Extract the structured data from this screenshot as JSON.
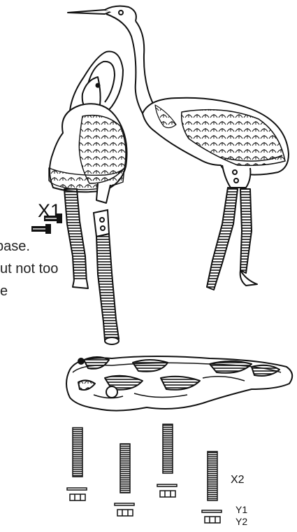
{
  "labels": {
    "x1": "X1",
    "x2": "X2",
    "y1": "Y1",
    "y2": "Y2"
  },
  "cropped_text": {
    "line1": "base.",
    "line2": "ut not too",
    "line3": "e"
  },
  "icons": {
    "left_crane": "crane-preening-icon",
    "right_crane": "crane-standing-icon",
    "base": "rock-base-icon"
  }
}
